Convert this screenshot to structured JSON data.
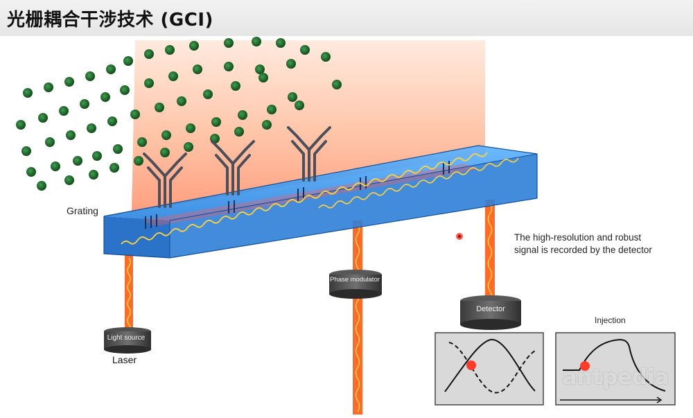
{
  "title": "光栅耦合干涉技术 (GCI)",
  "labels": {
    "grating": "Grating",
    "laser": "Laser",
    "light_source": "Light source",
    "phase_modulator": "Phase modulator",
    "detector": "Detector",
    "note": "The high-resolution and robust signal is recorded by the detector",
    "injection": "Injection"
  },
  "watermark": "antpedia",
  "colors": {
    "chip": "#2e86e0",
    "chip_dark": "#1f5fb0",
    "beam": "#ff5a1f",
    "wave": "#ffd23a",
    "sample_glow": "#ffb99a",
    "particle": "#1f6b2a",
    "marker": "#ff3b2a",
    "panel_bg": "#d8d8d8"
  }
}
